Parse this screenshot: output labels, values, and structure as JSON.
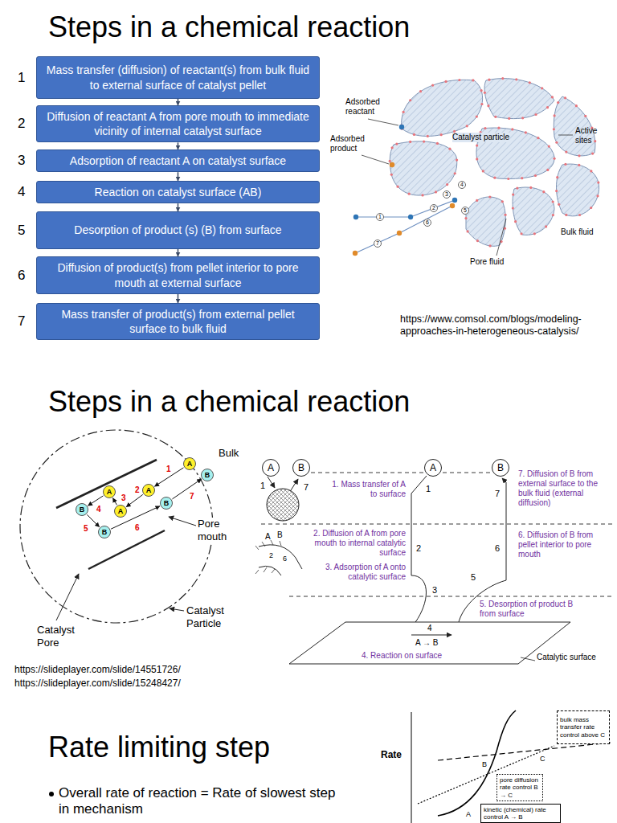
{
  "diagram": {
    "title": "Steps in a chemical reaction",
    "nodes": [
      {
        "text": [
          "Mass transfer (diffusion) of reactant(s) from bulk fluid to external surface of catalyst pellet"
        ]
      },
      {
        "text": [
          "Diffusion of reactant A from pore mouth to immediate vicinity of internal catalyst surface"
        ]
      },
      {
        "text": [
          "Adsorption of reactant A on catalyst surface"
        ]
      },
      {
        "text": [
          "Reaction on catalyst surface (AB)"
        ]
      },
      {
        "text": [
          "Desorption of product (s) (B) from surface"
        ]
      },
      {
        "text": [
          "Diffusion of product(s) from pellet interior to pore mouth at external surface"
        ]
      },
      {
        "text": [
          "Mass transfer of product(s) from external pellet surface to bulk fluid"
        ]
      },
      {
        "text": [
          "A"
        ]
      },
      {
        "text": [
          "B"
        ]
      },
      {
        "text": [
          "A"
        ]
      },
      {
        "text": [
          "B"
        ]
      },
      {
        "text": [
          "A"
        ]
      },
      {
        "text": [
          "A"
        ]
      },
      {
        "text": [
          "B"
        ]
      },
      {
        "text": [
          "B"
        ]
      },
      {
        "text": [
          "A"
        ]
      },
      {
        "text": [
          "B"
        ]
      },
      {
        "text": [
          "A"
        ]
      },
      {
        "text": [
          "B"
        ]
      },
      {
        "text": [
          "bulk mass transfer rate control above C"
        ]
      },
      {
        "text": [
          "pore diffusion rate control B → C"
        ]
      },
      {
        "text": [
          "kinetic (chemical) rate control A → B"
        ]
      }
    ],
    "edges": [
      {
        "from": 0,
        "to": 1,
        "arrow": "to"
      },
      {
        "from": 1,
        "to": 2,
        "arrow": "to"
      },
      {
        "from": 2,
        "to": 3,
        "arrow": "to"
      },
      {
        "from": 3,
        "to": 4,
        "arrow": "to"
      },
      {
        "from": 4,
        "to": 5,
        "arrow": "to"
      },
      {
        "from": 5,
        "to": 6,
        "arrow": "to"
      },
      {
        "from": 7,
        "to": 9,
        "arrow": "to",
        "label": "1"
      },
      {
        "from": 9,
        "to": 12,
        "arrow": "to",
        "label": "2"
      },
      {
        "from": 12,
        "to": 11,
        "arrow": "to",
        "label": "3"
      },
      {
        "from": 11,
        "to": 13,
        "arrow": "to",
        "label": "4"
      },
      {
        "from": 13,
        "to": 14,
        "arrow": "to",
        "label": "5"
      },
      {
        "from": 14,
        "to": 10,
        "arrow": "to",
        "label": "6"
      },
      {
        "from": 10,
        "to": 8,
        "arrow": "to",
        "label": "7"
      }
    ],
    "labels": [
      "Steps in a chemical reaction",
      "Rate limiting step",
      "Overall rate of reaction = Rate of slowest step in mechanism",
      "1",
      "2",
      "3",
      "4",
      "5",
      "6",
      "7",
      "Adsorbed reactant",
      "Adsorbed product",
      "Catalyst particle",
      "Active sites",
      "Bulk fluid",
      "Pore fluid",
      "1",
      "2",
      "3",
      "4",
      "5",
      "6",
      "7",
      "https://www.comsol.com/blogs/modeling-approaches-in-heterogeneous-catalysis/",
      "Bulk",
      "Pore mouth",
      "Catalyst Particle",
      "Catalyst Pore",
      "https://slideplayer.com/slide/14551726/",
      "https://slideplayer.com/slide/15248427/",
      "1",
      "7",
      "A",
      "B",
      "2",
      "6",
      "1",
      "7",
      "1. Mass transfer of A to surface",
      "7. Diffusion of B from external surface to the bulk fluid (external diffusion)",
      "2. Diffusion of A from pore mouth to internal catalytic surface",
      "2",
      "6",
      "6. Diffusion of B from pellet interior to pore mouth",
      "3. Adsorption of A onto catalytic surface",
      "3",
      "5",
      "5. Desorption of product B from surface",
      "4",
      "A → B",
      "4. Reaction on surface",
      "Catalytic surface",
      "Rate",
      "A",
      "B",
      "C"
    ]
  }
}
